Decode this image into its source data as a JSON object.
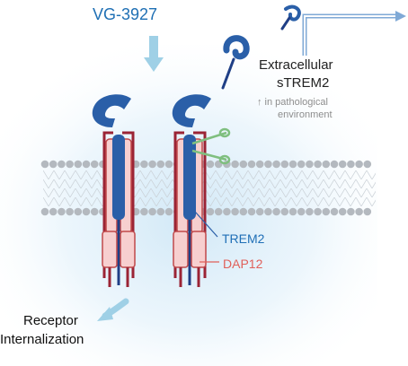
{
  "labels": {
    "drug": "VG-3927",
    "extracellular_line1": "Extracellular",
    "extracellular_line2": "sTREM2",
    "note_line1": "↑ in pathological",
    "note_line2": "environment",
    "trem2": "TREM2",
    "dap12": "DAP12",
    "receptor_line1": "Receptor",
    "receptor_line2": "Internalization"
  },
  "colors": {
    "trem2_blue": "#2a5fa8",
    "trem2_dark_blue": "#1f3f86",
    "dap12_pink": "#f7cfcf",
    "dap12_outline": "#c0484a",
    "dap12_dark_red": "#9b2435",
    "membrane_bead": "#b4b9bf",
    "scissors_green": "#7fbf7f",
    "arrow_light_blue": "#9fd0e6",
    "cell_glow": "#cfe7f6",
    "text_blue": "#1e6fb4",
    "text_red": "#e0605a"
  },
  "icons": [
    "scissors-icon",
    "down-arrow-icon",
    "elbow-arrow-icon"
  ]
}
